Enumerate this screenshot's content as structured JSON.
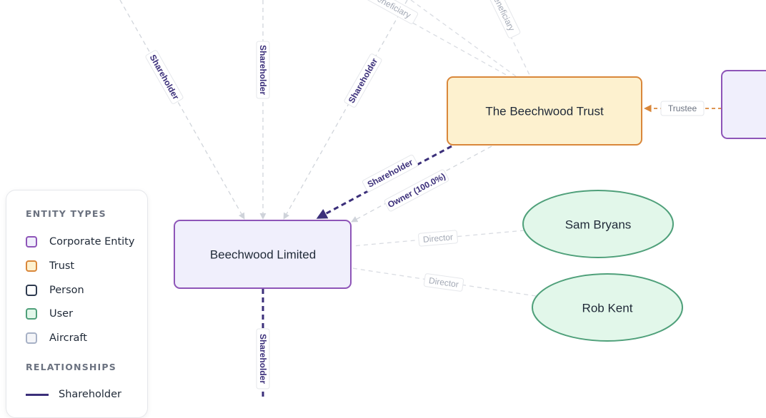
{
  "nodes": {
    "beechwood_trust": "The Beechwood Trust",
    "beechwood_limited": "Beechwood Limited",
    "sam_bryans": "Sam Bryans",
    "rob_kent": "Rob Kent"
  },
  "edges": {
    "shareholder_left": "Shareholder",
    "shareholder_mid": "Shareholder",
    "shareholder_right": "Shareholder",
    "beneficiary_top_left": "Beneficiary",
    "beneficiary_top_right": "Beneficiary",
    "trustee": "Trustee",
    "trust_shareholder": "Shareholder",
    "trust_owner": "Owner (100.0%)",
    "director_sam": "Director",
    "director_rob": "Director",
    "shareholder_bottom": "Shareholder"
  },
  "legend": {
    "entity_types_heading": "ENTITY TYPES",
    "entity_types": [
      {
        "label": "Corporate Entity",
        "color": "#8e55b8",
        "fill": "#f0effc"
      },
      {
        "label": "Trust",
        "color": "#d9873a",
        "fill": "#fdf1cf"
      },
      {
        "label": "Person",
        "color": "#2e3a4f",
        "fill": "#ffffff"
      },
      {
        "label": "User",
        "color": "#4fa07a",
        "fill": "#e2f7ea"
      },
      {
        "label": "Aircraft",
        "color": "#a7b1c6",
        "fill": "#f4f5f8"
      }
    ],
    "relationships_heading": "RELATIONSHIPS",
    "relationships": [
      {
        "label": "Shareholder",
        "color": "#3b2f7a"
      }
    ]
  },
  "colors": {
    "shareholder": "#3b2f7a",
    "trustee": "#d9873a",
    "faint_edge": "#d1d5db",
    "faint_label": "#9ca3af"
  }
}
